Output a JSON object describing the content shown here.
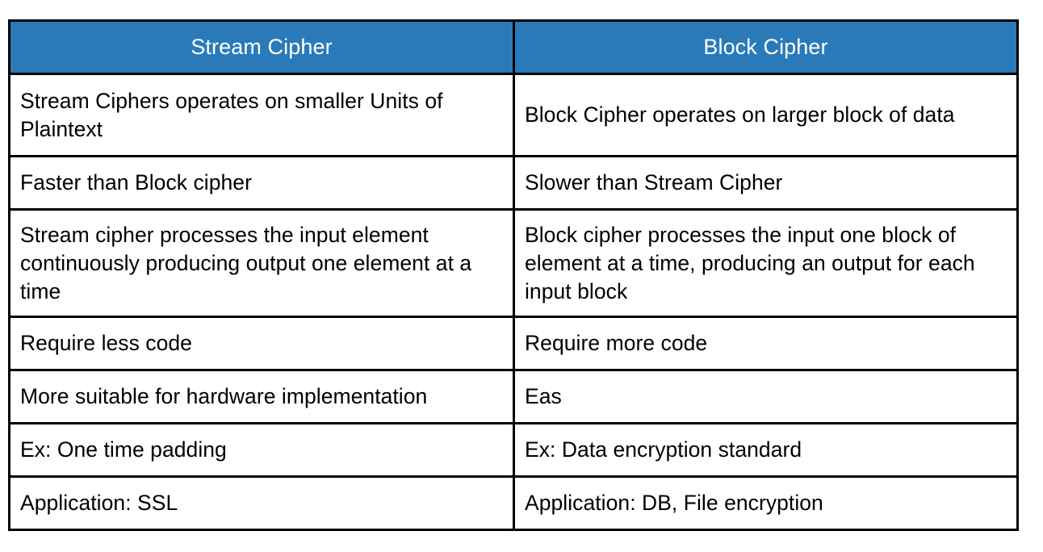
{
  "table": {
    "title": "Stream Cipher vs Block Cipher comparison",
    "header_background_color": "#2a7ab9",
    "header_text_color": "#ffffff",
    "border_color": "#000000",
    "body_text_color": "#000000",
    "columns": [
      {
        "label": "Stream Cipher"
      },
      {
        "label": "Block Cipher"
      }
    ],
    "rows": [
      {
        "left": "Stream Ciphers operates on smaller Units of Plaintext",
        "right": "Block Cipher operates on larger block of data"
      },
      {
        "left": "Faster than Block cipher",
        "right": "Slower than Stream Cipher"
      },
      {
        "left": "Stream cipher processes the input element continuously producing output one element at a time",
        "right": "Block cipher processes the input one block of element at a time, producing an output for each input block"
      },
      {
        "left": "Require less code",
        "right": "Require more code"
      },
      {
        "left": "More suitable for hardware implementation",
        "right": "Eas"
      },
      {
        "left": "Ex: One time padding",
        "right": "Ex: Data encryption standard"
      },
      {
        "left": "Application: SSL",
        "right": "Application: DB, File encryption"
      }
    ]
  }
}
